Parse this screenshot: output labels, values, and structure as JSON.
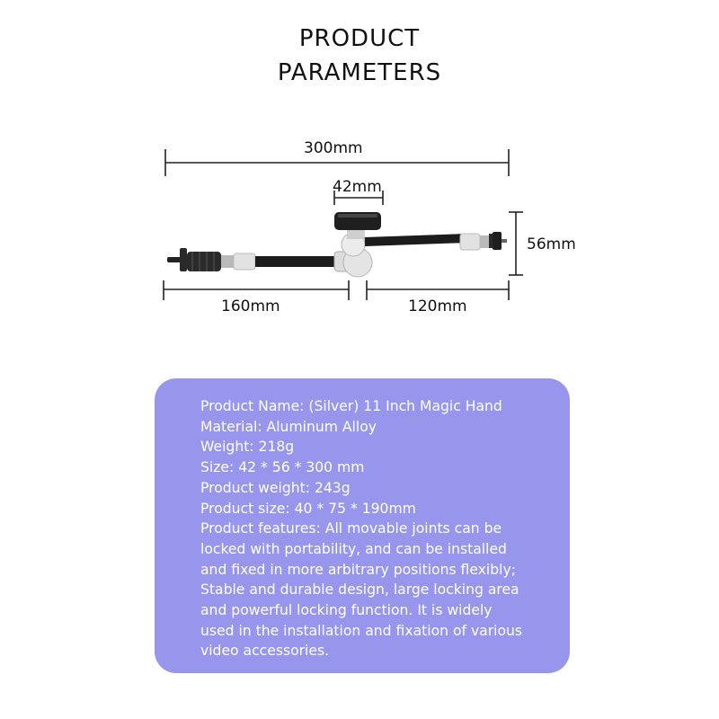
{
  "header": {
    "line1": "PRODUCT",
    "line2": "PARAMETERS"
  },
  "dimensions": {
    "total_length": "300mm",
    "knob_width": "42mm",
    "height": "56mm",
    "left_arm": "160mm",
    "right_arm": "120mm"
  },
  "specs": {
    "lines": [
      "Product Name: (Silver) 11 Inch Magic Hand",
      "Material: Aluminum Alloy",
      "Weight: 218g",
      "Size: 42 * 56 * 300 mm",
      "Product weight: 243g",
      "Product size: 40 * 75 * 190mm",
      "Product features: All movable joints can be",
      "locked with portability, and can be installed",
      "and fixed in more arbitrary positions flexibly;",
      "Stable and durable design, large locking area",
      "and powerful locking function. It is widely",
      "used in the installation and fixation of various",
      "video accessories."
    ]
  },
  "colors": {
    "panel": "#9796ec",
    "text_on_panel": "#ffffff",
    "arm": "#1c1c1c",
    "metal": "#d9d9d9"
  }
}
